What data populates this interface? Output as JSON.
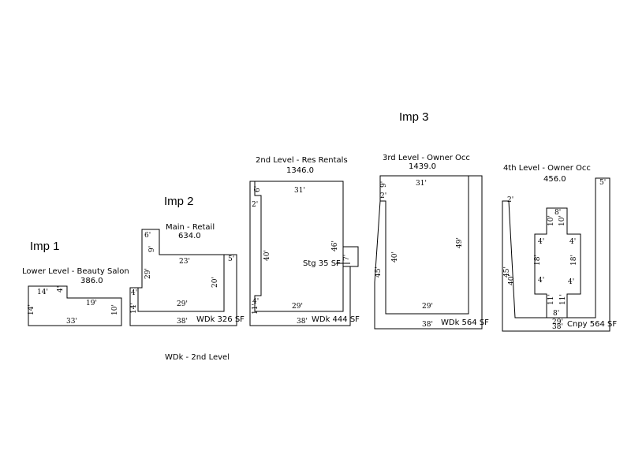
{
  "improvements": {
    "imp1": "Imp 1",
    "imp2": "Imp 2",
    "imp3": "Imp 3"
  },
  "areas": [
    {
      "name": "Lower Level - Beauty Salon",
      "sqft": "386.0"
    },
    {
      "name": "Main - Retail",
      "sqft": "634.0"
    },
    {
      "name": "2nd Level - Res Rentals",
      "sqft": "1346.0"
    },
    {
      "name": "3rd Level - Owner Occ",
      "sqft": "1439.0"
    },
    {
      "name": "4th Level - Owner Occ",
      "sqft": "456.0"
    }
  ],
  "notes": {
    "wdk_2nd_level": "WDk - 2nd Level",
    "wdk_326": "WDk 326 SF",
    "wdk_444": "WDk 444 SF",
    "wdk_564": "WDk 564 SF",
    "stg_35": "Stg 35 SF",
    "cnpy_564": "Cnpy 564 SF"
  },
  "dims": {
    "lower": [
      "14'",
      "4'",
      "19'",
      "10'",
      "33'",
      "14'"
    ],
    "main": [
      "6'",
      "9'",
      "23'",
      "5'",
      "29'",
      "20'",
      "4'",
      "14'",
      "29'",
      "38'"
    ],
    "second": [
      "6'",
      "2'",
      "31'",
      "40'",
      "46'",
      "7'",
      "4'",
      "11'",
      "29'",
      "38'"
    ],
    "third": [
      "9'",
      "2'",
      "31'",
      "40'",
      "49'",
      "45'",
      "29'",
      "38'"
    ],
    "fourth": [
      "2'",
      "45'",
      "40'",
      "5'",
      "8'",
      "10'",
      "10'",
      "4'",
      "4'",
      "18'",
      "18'",
      "4'",
      "4'",
      "11'",
      "11'",
      "8'",
      "29'",
      "38'"
    ]
  }
}
